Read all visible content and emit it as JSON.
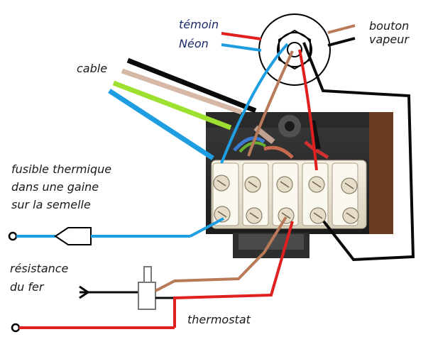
{
  "labels": {
    "temoin": "témoin",
    "neon": "Néon",
    "bouton": "bouton",
    "vapeur": "vapeur",
    "cable": "cable",
    "fusible": [
      "fusible thermique",
      "dans une gaine",
      "sur la semelle"
    ],
    "resistance": [
      "résistance",
      "du fer"
    ],
    "thermostat": "thermostat"
  },
  "colors": {
    "red": "#e02020",
    "blue": "#1e9ee0",
    "black": "#0a0a0a",
    "brown": "#b87a58",
    "tan": "#d6b8a6",
    "green": "#9ee030"
  },
  "icons": [
    "steam-button-symbol",
    "thermal-fuse-symbol",
    "thermostat-symbol",
    "resistance-terminal-symbol"
  ]
}
